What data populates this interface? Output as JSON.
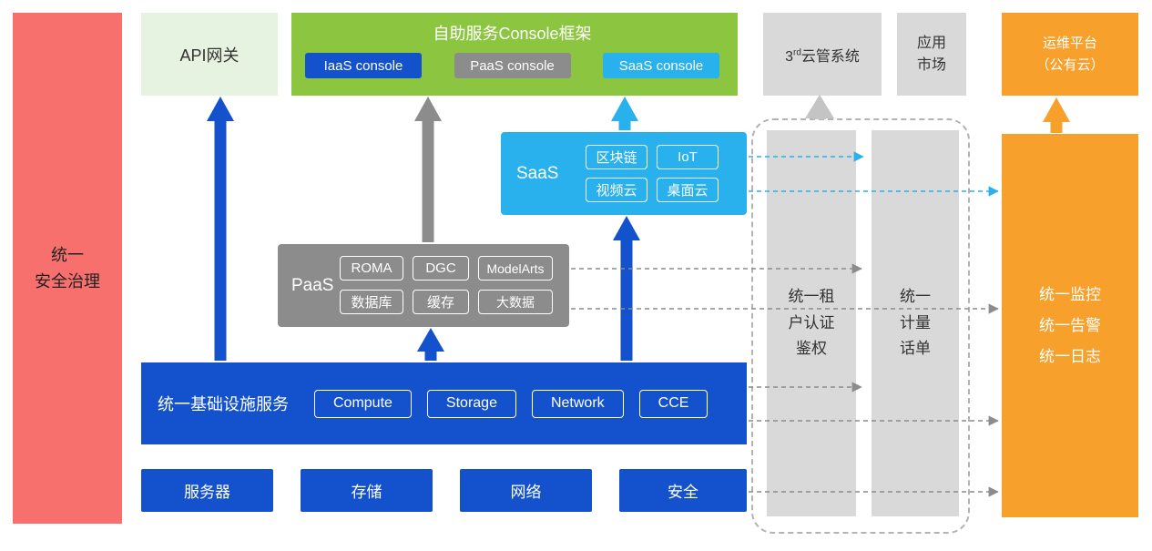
{
  "colors": {
    "blue": "#1451cc",
    "gray": "#8c8c8c",
    "light_gray": "#d9d9d9",
    "cyan": "#29b1ed",
    "green": "#8cc540",
    "light_green": "#e6f3e0",
    "orange": "#f7a02b",
    "red": "#f7706d"
  },
  "security_bar": {
    "label": "统一\n安全治理"
  },
  "api_gateway": {
    "label": "API网关"
  },
  "console_frame": {
    "title": "自助服务Console框架",
    "consoles": [
      {
        "label": "IaaS console"
      },
      {
        "label": "PaaS console"
      },
      {
        "label": "SaaS console"
      }
    ]
  },
  "third_party": {
    "prefix": "3",
    "sup": "rd",
    "suffix": "云管系统"
  },
  "app_market": {
    "label": "应用\n市场"
  },
  "om_platform": {
    "label": "运维平台\n（公有云）"
  },
  "saas": {
    "label": "SaaS",
    "items": [
      "区块链",
      "IoT",
      "视频云",
      "桌面云"
    ]
  },
  "paas": {
    "label": "PaaS",
    "items": [
      "ROMA",
      "DGC",
      "ModelArts",
      "数据库",
      "缓存",
      "大数据"
    ]
  },
  "infrastructure": {
    "label": "统一基础设施服务",
    "items": [
      "Compute",
      "Storage",
      "Network",
      "CCE"
    ]
  },
  "hardware": {
    "items": [
      "服务器",
      "存储",
      "网络",
      "安全"
    ]
  },
  "auth_bar": {
    "label": "统一租\n户认证\n鉴权"
  },
  "metering_bar": {
    "label": "统一\n计量\n话单"
  },
  "monitor_bar": {
    "label": "统一监控\n统一告警\n统一日志"
  }
}
